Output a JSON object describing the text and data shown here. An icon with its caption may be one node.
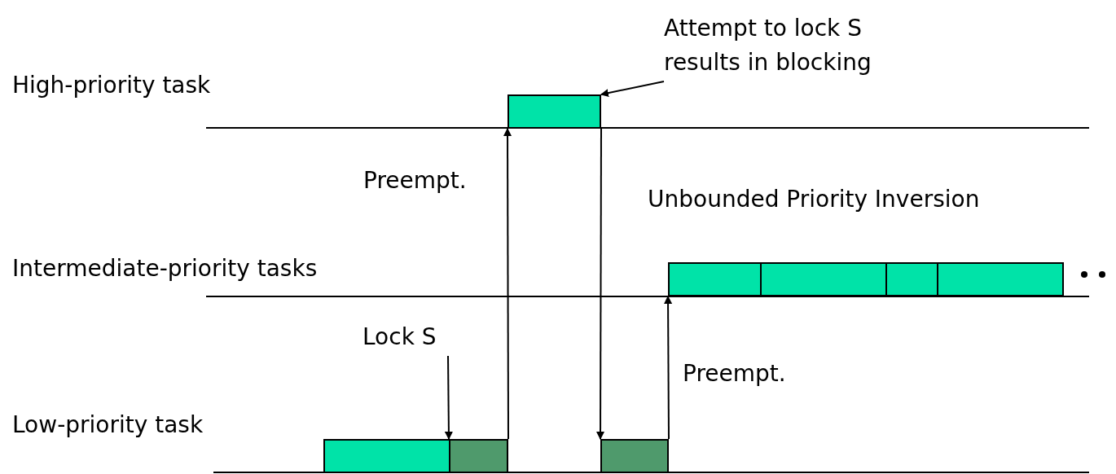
{
  "diagram": {
    "nodes": [
      {
        "text": [],
        "shape": "bar"
      },
      {
        "text": [],
        "shape": "bar"
      },
      {
        "text": [],
        "shape": "bar"
      },
      {
        "text": [],
        "shape": "bar"
      },
      {
        "text": [],
        "shape": "bar"
      },
      {
        "text": [],
        "shape": "bar"
      },
      {
        "text": [],
        "shape": "bar"
      },
      {
        "text": [],
        "shape": "bar"
      },
      {
        "text": [
          "Attempt to lock S results in blocking"
        ]
      },
      {
        "text": [
          "Lock S"
        ]
      }
    ],
    "edges": [
      {
        "from": 2,
        "to": 0,
        "arrow": "to",
        "label": "Preempt."
      },
      {
        "from": 0,
        "to": 3,
        "arrow": "to"
      },
      {
        "from": 3,
        "to": 4,
        "arrow": "to",
        "label": "Preempt."
      },
      {
        "from": 8,
        "to": 0,
        "arrow": "to"
      },
      {
        "from": 9,
        "to": 2,
        "arrow": "to"
      }
    ],
    "labels": [
      "High-priority task",
      "Unbounded Priority Inversion",
      "Intermediate-priority tasks",
      "Low-priority task"
    ]
  }
}
